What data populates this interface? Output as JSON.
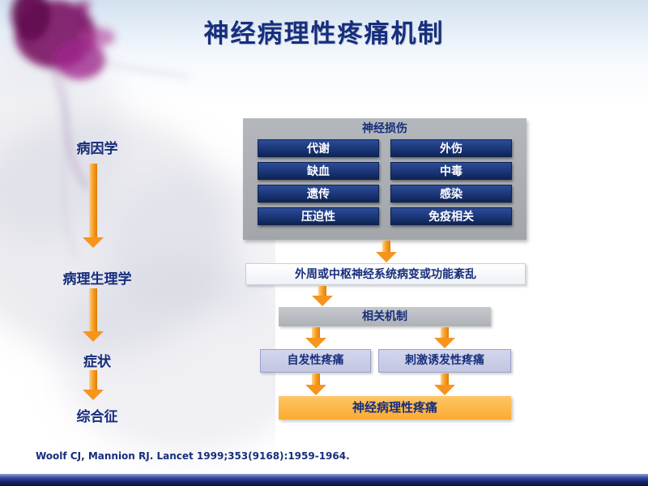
{
  "title": "神经病理性疼痛机制",
  "left_flow": [
    "病因学",
    "病理生理学",
    "症状",
    "综合征"
  ],
  "diagram": {
    "injury_title": "神经损伤",
    "causes": [
      "代谢",
      "外伤",
      "缺血",
      "中毒",
      "遗传",
      "感染",
      "压迫性",
      "免疫相关"
    ],
    "lesion": "外周或中枢神经系统病变或功能紊乱",
    "mechanism": "相关机制",
    "pain_types": [
      "自发性疼痛",
      "刺激诱发性疼痛"
    ],
    "result": "神经病理性疼痛"
  },
  "citation": "Woolf CJ, Mannion RJ. Lancet 1999;353(9168):1959-1964.",
  "colors": {
    "navy": "#16306e",
    "title_navy": "#172e7c",
    "arrow_orange": "#f7941d",
    "panel_gray": "#a8acb0",
    "lavender": "#c6cae4",
    "result_orange": "#fbab2e",
    "splash_purple": "#7d1566"
  }
}
